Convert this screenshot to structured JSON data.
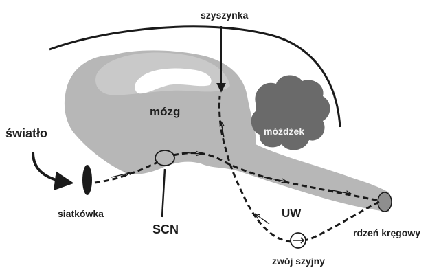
{
  "labels": {
    "pineal": "szyszynka",
    "light": "światło",
    "brain": "mózg",
    "cerebellum": "móżdżek",
    "retina": "siatkówka",
    "scn": "SCN",
    "uw": "UW",
    "spinal_cord": "rdzeń kręgowy",
    "cervical_ganglion": "zwój szyjny"
  },
  "colors": {
    "brain_tissue": "#b7b7b7",
    "brain_inner": "#c9c9c9",
    "ventricle": "#ffffff",
    "cerebellum": "#6a6a6a",
    "retina": "#1a1a1a",
    "pathway": "#1a1a1a",
    "outline": "#1a1a1a"
  }
}
